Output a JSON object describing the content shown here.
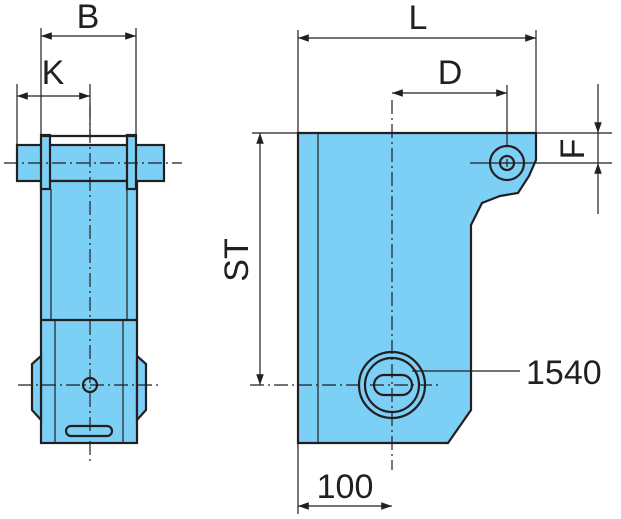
{
  "colors": {
    "part_fill": "#7ccff5",
    "line": "#231f20",
    "background": "#ffffff"
  },
  "labels": {
    "b": "B",
    "k": "K",
    "l": "L",
    "d": "D",
    "f": "F",
    "st": "ST",
    "dim_100": "100",
    "part_number": "1540"
  }
}
